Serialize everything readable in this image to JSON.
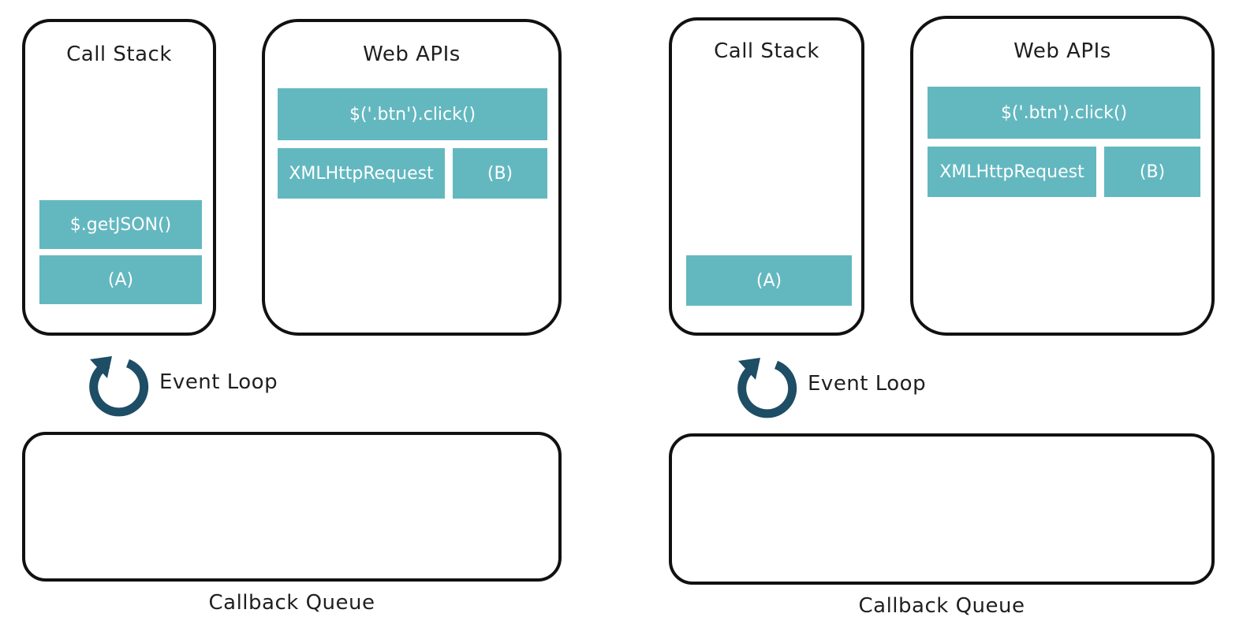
{
  "left_panel": {
    "call_stack": {
      "title": "Call Stack",
      "frames": [
        "$.getJSON()",
        "(A)"
      ]
    },
    "web_apis": {
      "title": "Web APIs",
      "items": [
        "$('.btn').click()",
        "XMLHttpRequest",
        "(B)"
      ]
    },
    "event_loop": {
      "label": "Event Loop",
      "icon": "refresh-icon"
    },
    "callback_queue": {
      "label": "Callback Queue"
    }
  },
  "right_panel": {
    "call_stack": {
      "title": "Call Stack",
      "frames": [
        "(A)"
      ]
    },
    "web_apis": {
      "title": "Web APIs",
      "items": [
        "$('.btn').click()",
        "XMLHttpRequest",
        "(B)"
      ]
    },
    "event_loop": {
      "label": "Event Loop",
      "icon": "refresh-icon"
    },
    "callback_queue": {
      "label": "Callback Queue"
    }
  },
  "colors": {
    "tile": "#63b8c0",
    "loop_icon": "#1e4d66",
    "border": "#111111"
  }
}
